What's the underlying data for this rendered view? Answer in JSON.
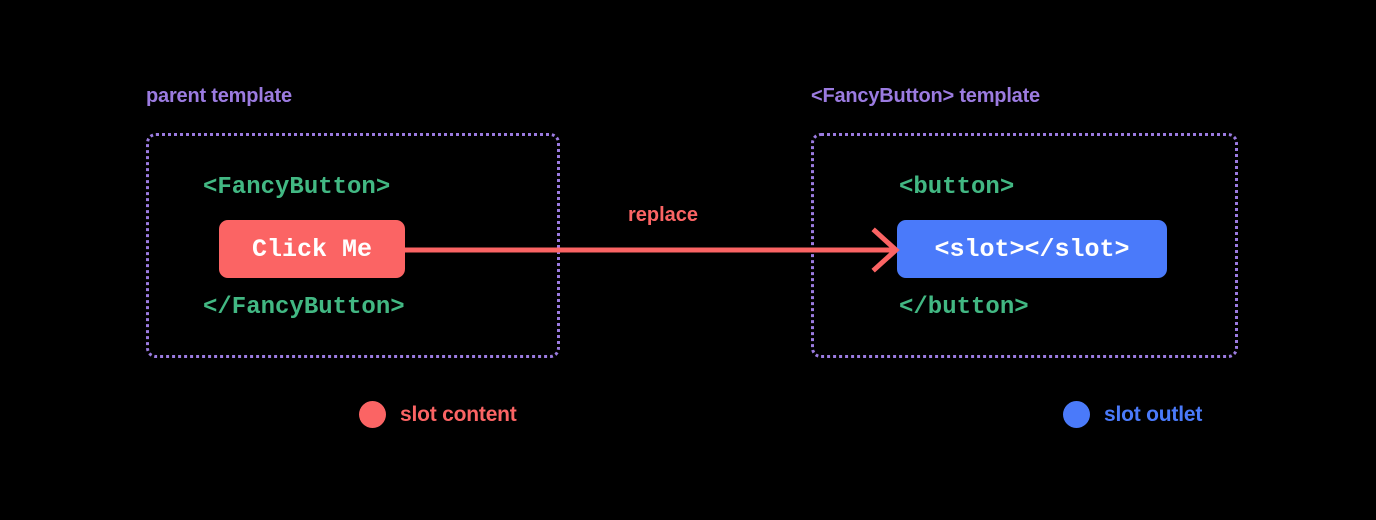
{
  "background_color": "#000000",
  "colors": {
    "purple": "#9B7BE0",
    "green": "#42B883",
    "red": "#FB6464",
    "blue": "#4A7AFA",
    "white": "#FFFFFF"
  },
  "panels": {
    "parent": {
      "label": "parent template",
      "open_tag": "<FancyButton>",
      "close_tag": "</FancyButton>",
      "chip_text": "Click Me",
      "chip_color": "#FB6464"
    },
    "fancy": {
      "label": "<FancyButton> template",
      "open_tag": "<button>",
      "close_tag": "</button>",
      "chip_text": "<slot></slot>",
      "chip_color": "#4A7AFA"
    }
  },
  "arrow": {
    "label": "replace",
    "color": "#FB6464",
    "direction": "left-to-right"
  },
  "legend": [
    {
      "label": "slot content",
      "color": "#FB6464"
    },
    {
      "label": "slot outlet",
      "color": "#4A7AFA"
    }
  ]
}
